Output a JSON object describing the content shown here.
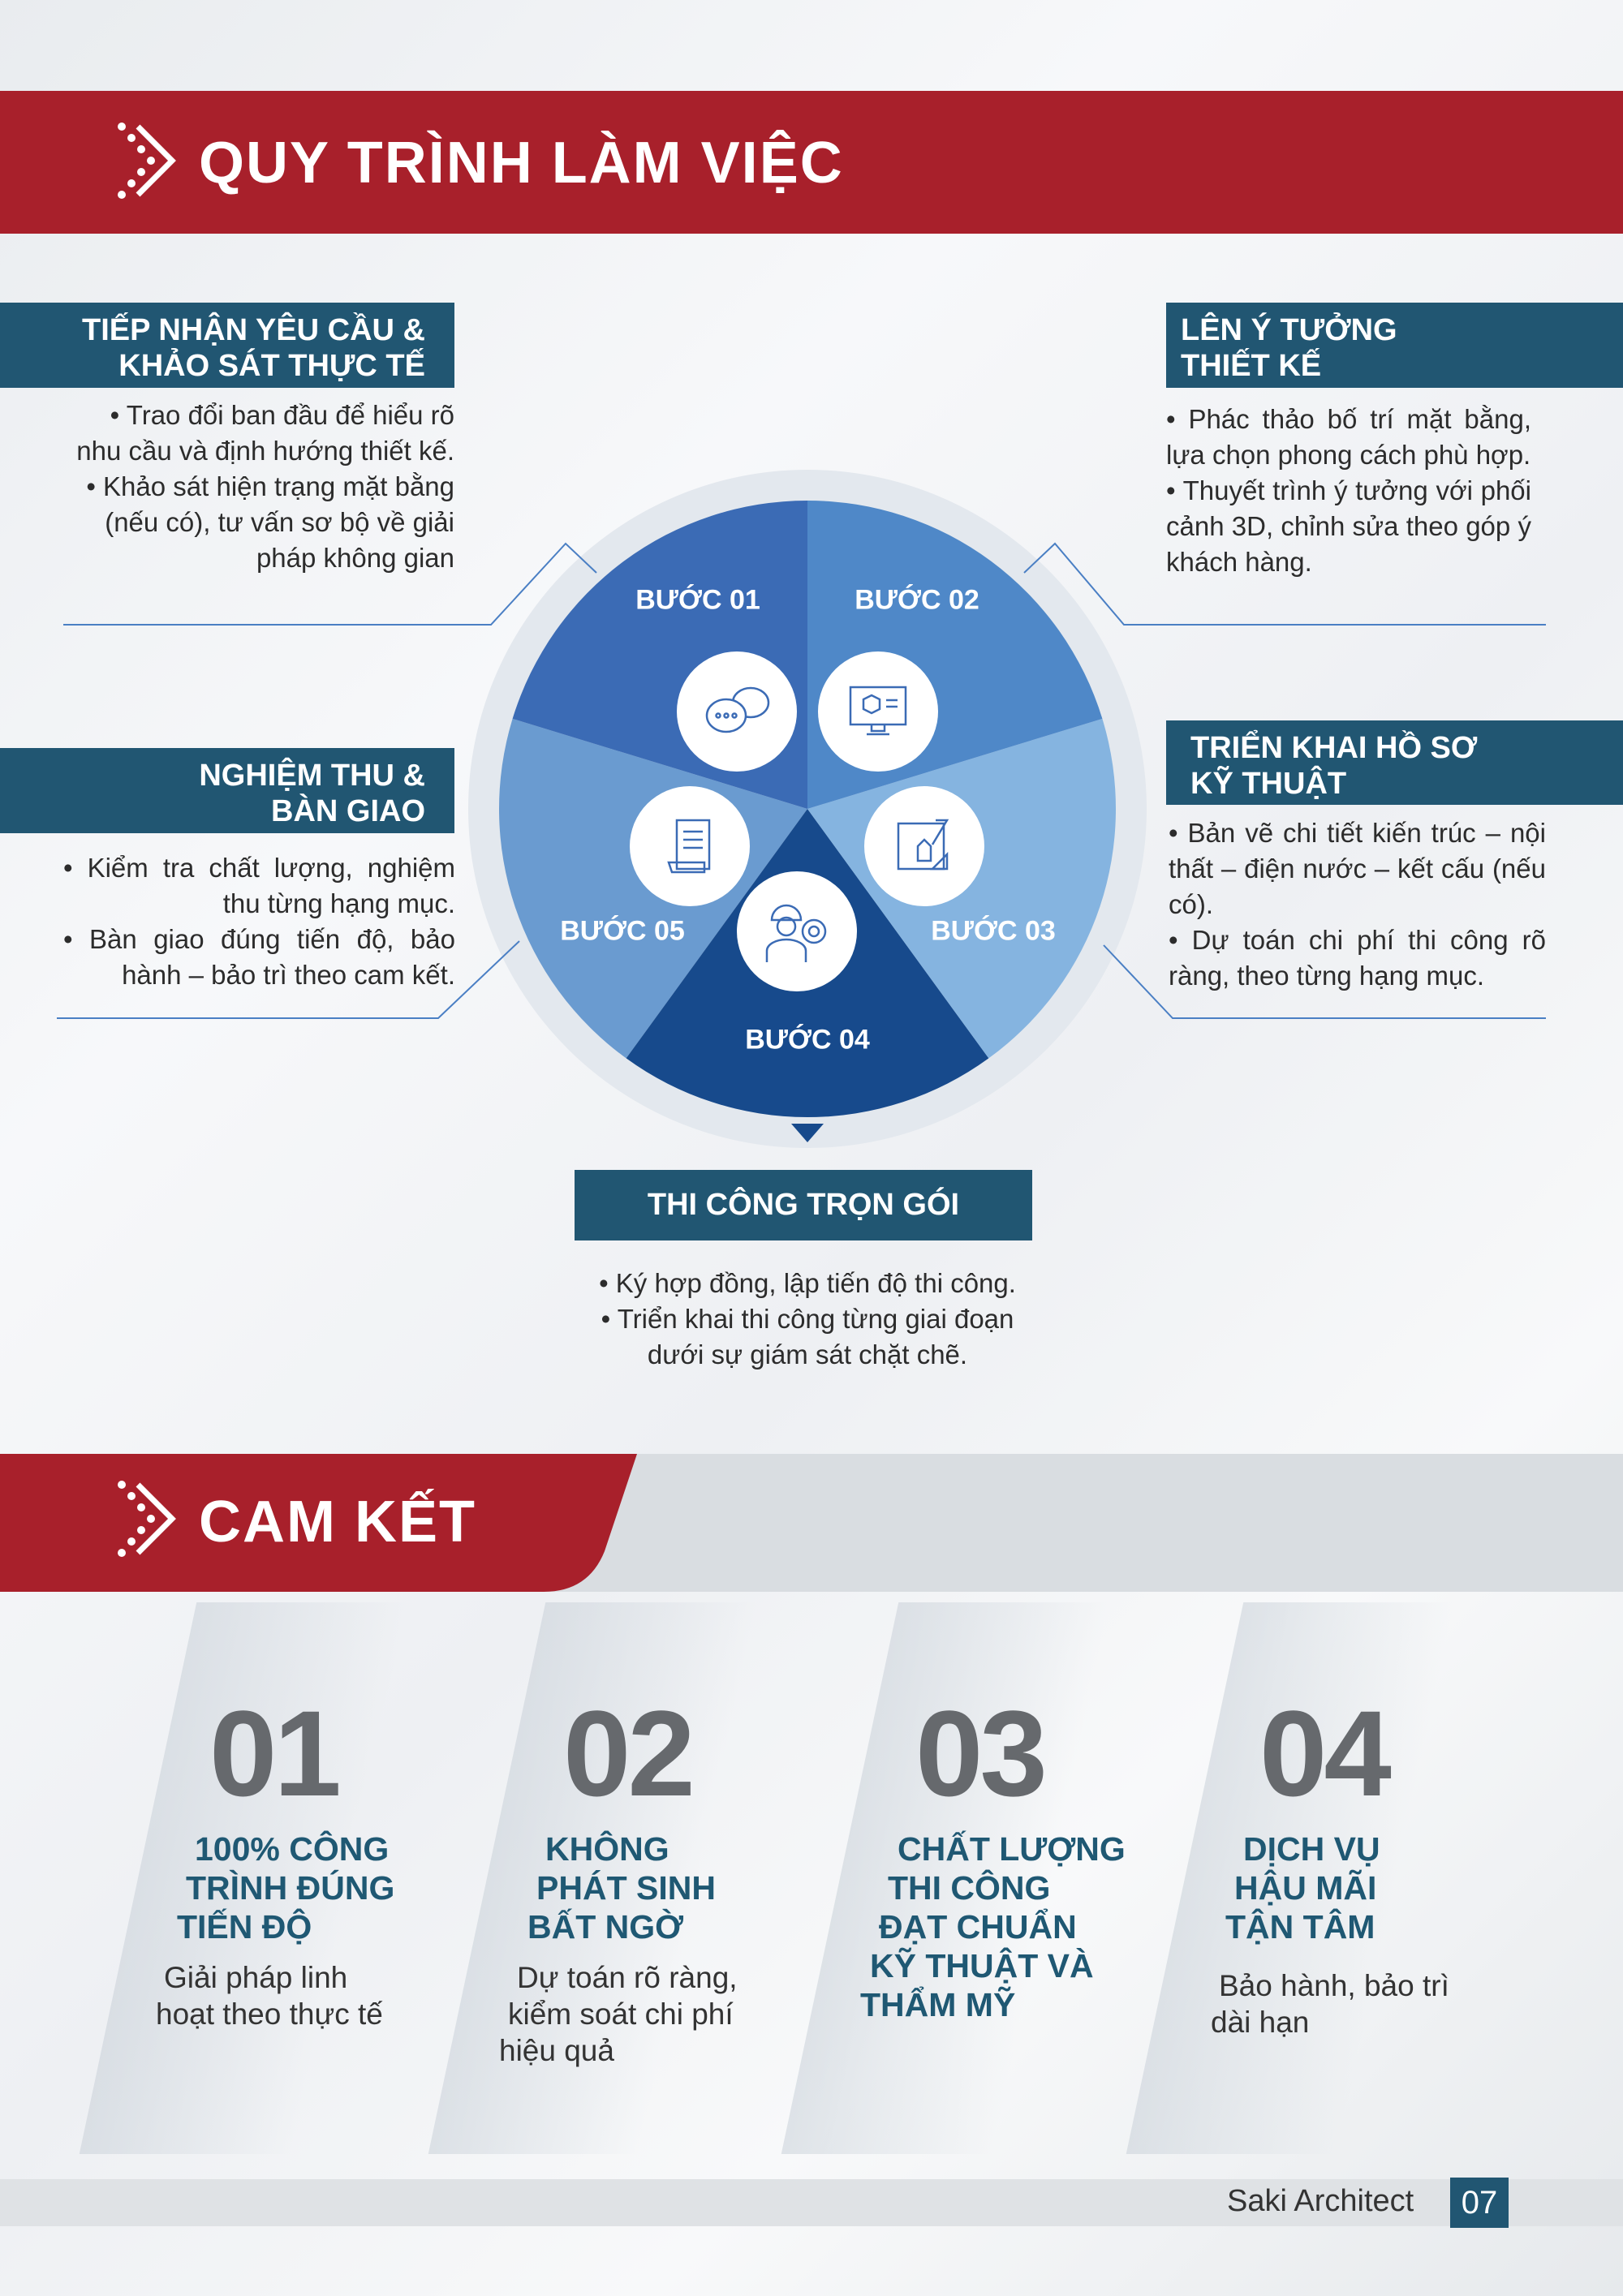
{
  "process": {
    "title": "QUY TRÌNH LÀM VIỆC",
    "steps": [
      {
        "label": "BƯỚC 01",
        "icon": "chat-bubbles-icon",
        "heading": [
          "TIẾP NHẬN YÊU CẦU &",
          "KHẢO SÁT THỰC TẾ"
        ],
        "body": [
          "• Trao đổi ban đầu để hiểu rõ nhu cầu và định hướng thiết kế.",
          "• Khảo sát hiện trạng mặt bằng (nếu có), tư vấn sơ bộ về giải pháp không gian"
        ]
      },
      {
        "label": "BƯỚC 02",
        "icon": "computer-3d-design-icon",
        "heading": [
          "LÊN Ý TƯỞNG",
          "THIẾT KẾ"
        ],
        "body": [
          "• Phác thảo bố trí mặt bằng, lựa chọn phong cách phù hợp.",
          "• Thuyết trình ý tưởng với phối cảnh 3D, chỉnh sửa theo góp ý khách hàng."
        ]
      },
      {
        "label": "BƯỚC 03",
        "icon": "blueprint-drawing-icon",
        "heading": [
          "TRIỂN KHAI HỒ SƠ",
          "KỸ THUẬT"
        ],
        "body": [
          "• Bản vẽ chi tiết kiến trúc – nội thất – điện nước – kết cấu (nếu có).",
          "• Dự toán chi phí thi công rõ ràng, theo từng hạng mục."
        ]
      },
      {
        "label": "BƯỚC 04",
        "icon": "engineer-gear-icon",
        "heading": [
          "THI CÔNG TRỌN GÓI"
        ],
        "body": [
          "• Ký hợp đồng, lập tiến độ thi công.",
          "• Triển khai thi công từng giai đoạn",
          "dưới sự giám sát chặt chẽ."
        ]
      },
      {
        "label": "BƯỚC 05",
        "icon": "document-icon",
        "heading": [
          "NGHIỆM THU &",
          "BÀN GIAO"
        ],
        "body": [
          "• Kiểm tra chất lượng, nghiệm thu từng hạng mục.",
          "• Bàn giao đúng tiến độ, bảo hành – bảo trì theo cam kết."
        ]
      }
    ]
  },
  "commitment": {
    "title": "CAM KẾT",
    "items": [
      {
        "number": "01",
        "heading": [
          "100% CÔNG",
          "TRÌNH ĐÚNG",
          "TIẾN ĐỘ"
        ],
        "body": [
          "Giải pháp linh",
          "hoạt theo thực tế"
        ]
      },
      {
        "number": "02",
        "heading": [
          "KHÔNG",
          "PHÁT SINH",
          "BẤT NGỜ"
        ],
        "body": [
          "Dự toán rõ ràng,",
          "kiểm soát chi phí",
          "hiệu quả"
        ]
      },
      {
        "number": "03",
        "heading": [
          "CHẤT LƯỢNG",
          "THI CÔNG",
          "ĐẠT CHUẨN",
          "KỸ THUẬT VÀ",
          "THẨM MỸ"
        ],
        "body": []
      },
      {
        "number": "04",
        "heading": [
          "DỊCH VỤ",
          "HẬU MÃI",
          "TẬN TÂM"
        ],
        "body": [
          "Bảo hành, bảo trì",
          "dài hạn"
        ]
      }
    ]
  },
  "footer": {
    "brand": "Saki Architect",
    "page": "07"
  },
  "colors": {
    "red": "#a8202b",
    "teal": "#215672",
    "w1": "#3b6bb5",
    "w2": "#4f88c8",
    "w3": "#85b4e0",
    "w4": "#174a8c",
    "w5": "#6a9bd0"
  }
}
